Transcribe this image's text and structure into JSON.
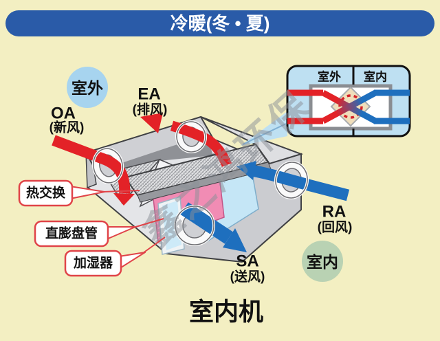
{
  "header": {
    "title": "冷暖(冬 • 夏)"
  },
  "zones": {
    "outdoor": "室外",
    "indoor": "室内"
  },
  "flows": {
    "oa": {
      "code": "OA",
      "name": "(新风)"
    },
    "ea": {
      "code": "EA",
      "name": "(排风)"
    },
    "ra": {
      "code": "RA",
      "name": "(回风)"
    },
    "sa": {
      "code": "SA",
      "name": "(送风)"
    }
  },
  "callouts": {
    "heat_exchange": "热交换",
    "dx_coil": "直膨盘管",
    "humidifier": "加湿器"
  },
  "inset": {
    "outdoor": "室外",
    "indoor": "室内"
  },
  "footer": {
    "title": "室内机"
  },
  "watermark": "鑫之鸿环保",
  "colors": {
    "background": "#F3EFC2",
    "header_bar": "#2A5BA8",
    "supply_red": "#E32227",
    "return_blue": "#1E6FBE",
    "outdoor_circle": "#A7D4EF",
    "indoor_circle": "#B9D2B3",
    "inset_bg": "#BEE0F2",
    "coil_pink": "#F18CB4",
    "humidifier_blue": "#CDEAF8",
    "callout_border": "#E04348"
  }
}
